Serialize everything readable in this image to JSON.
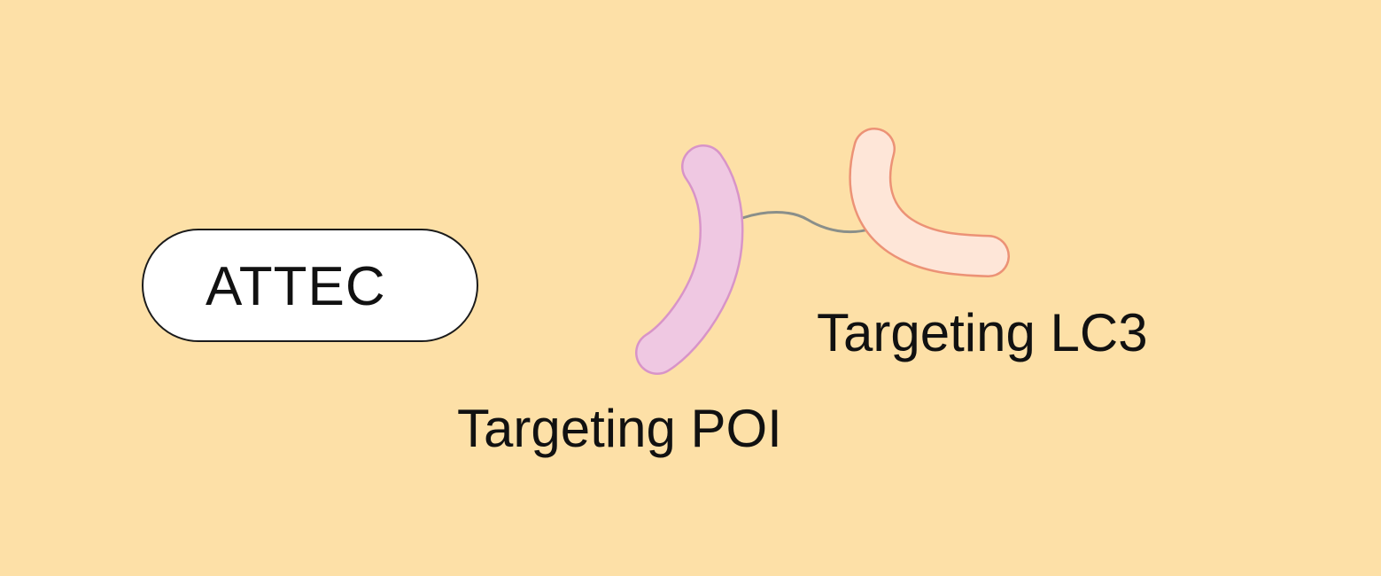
{
  "diagram": {
    "badge_label": "ATTEC",
    "label_lc3": "Targeting LC3",
    "label_poi": "Targeting POI"
  },
  "colors": {
    "background": "#fde0a7",
    "poi_ligand_fill": "#efc8e2",
    "poi_ligand_stroke": "#d894c8",
    "lc3_ligand_fill": "#fee6d8",
    "lc3_ligand_stroke": "#ec9276",
    "linker": "#8a8f8a"
  },
  "icons": {
    "poi_ligand": "curved-ligand-icon",
    "lc3_ligand": "curved-ligand-icon",
    "linker": "linker-line-icon"
  }
}
